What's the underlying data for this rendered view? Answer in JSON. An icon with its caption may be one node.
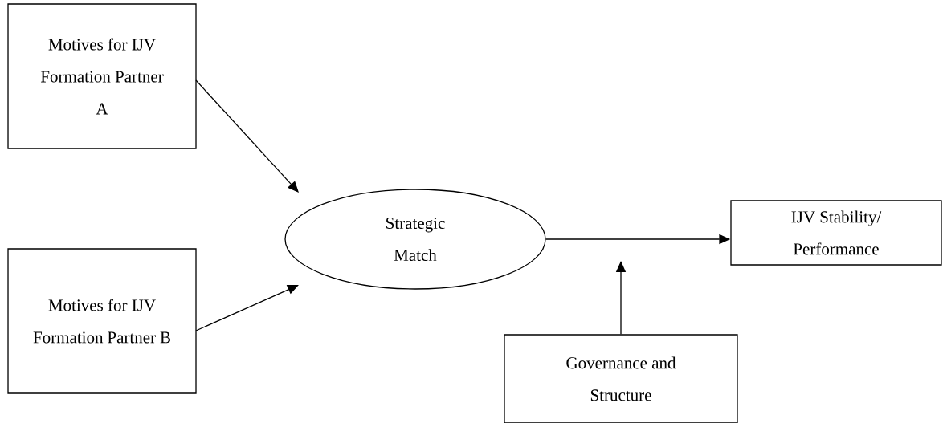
{
  "diagram": {
    "nodes": [
      {
        "text": [
          "Motives for IJV Formation Partner A"
        ]
      },
      {
        "text": [
          "Motives for IJV Formation Partner B"
        ]
      },
      {
        "text": [
          "Strategic Match"
        ]
      },
      {
        "text": [
          "IJV Stability/ Performance"
        ]
      },
      {
        "text": [
          "Governance and Structure"
        ]
      }
    ],
    "edges": [
      {
        "from": 0,
        "to": 2,
        "arrow": "to"
      },
      {
        "from": 1,
        "to": 2,
        "arrow": "to"
      },
      {
        "from": 2,
        "to": 3,
        "arrow": "to"
      },
      {
        "from": 4,
        "to": null,
        "arrow": "to"
      }
    ]
  }
}
